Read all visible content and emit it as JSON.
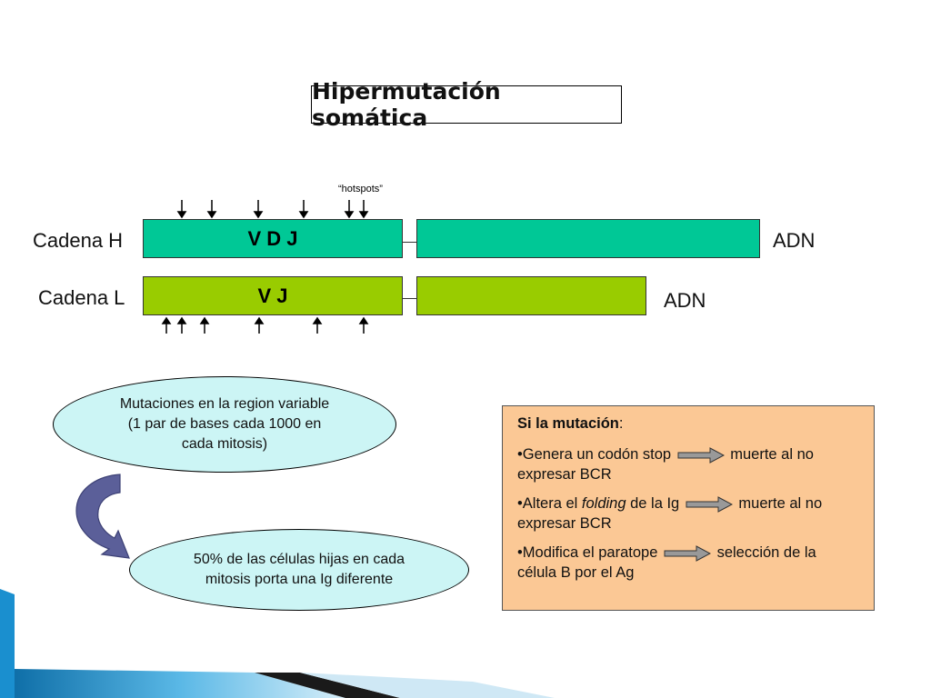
{
  "title": "Hipermutación somática",
  "diagram": {
    "hotspots_label": "“hotspots”",
    "chain_h": {
      "label": "Cadena H",
      "segment": "V D J",
      "dna": "ADN"
    },
    "chain_l": {
      "label": "Cadena L",
      "segment": "V J",
      "dna": "ADN"
    }
  },
  "ellipse_top": {
    "line1": "Mutaciones en la region variable",
    "line2": "(1 par de bases cada 1000 en",
    "line3": "cada mitosis)"
  },
  "ellipse_bottom": {
    "line1": "50% de las células hijas en cada",
    "line2": "mitosis porta una Ig diferente"
  },
  "info": {
    "heading_bold": "Si la mutación",
    "heading_rest": ":",
    "item1": {
      "prefix": "•Genera un codón stop",
      "result": "muerte al no",
      "rest": "expresar BCR"
    },
    "item2": {
      "prefix": "•Altera el ",
      "italic": "folding",
      "prefix_end": " de la Ig",
      "result": "muerte al no",
      "rest": "expresar BCR"
    },
    "item3": {
      "prefix": "•Modifica el paratope",
      "result": "selección de la",
      "rest": "célula B por el Ag"
    }
  },
  "colors": {
    "heavy_chain": "#00c896",
    "light_chain": "#99cc00",
    "ellipse_fill": "#ccf5f5",
    "info_fill": "#fbc895",
    "curved_arrow": "#5b5f99",
    "accent_blue": "#1a8fcf"
  }
}
